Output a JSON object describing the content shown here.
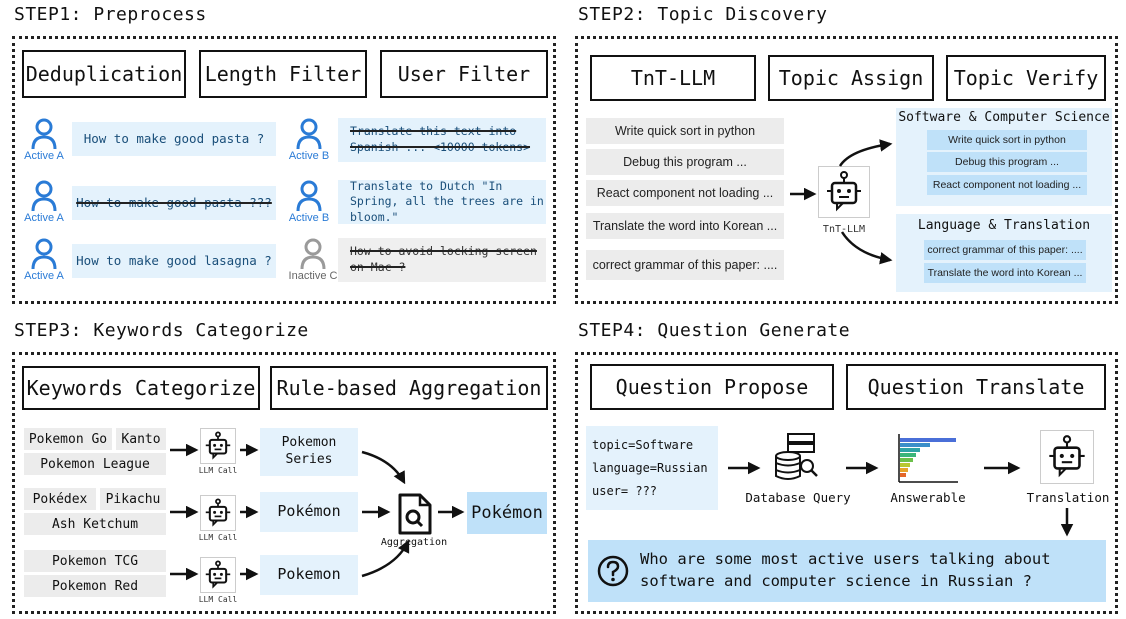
{
  "steps": {
    "s1": {
      "title": "STEP1: Preprocess",
      "headers": [
        "Deduplication",
        "Length Filter",
        "User Filter"
      ],
      "rows": [
        {
          "user_a": "Active A",
          "msg_a": "How to make good pasta ?",
          "user_b": "Active B",
          "msg_b": "Translate this text into Spanish ... <10000 tokens>"
        },
        {
          "user_a": "Active A",
          "msg_a": "How to make good pasta ???",
          "user_b": "Active B",
          "msg_b": "Translate to Dutch \"In Spring, all the trees are in bloom.\""
        },
        {
          "user_a": "Active A",
          "msg_a": "How to make good lasagna ?",
          "user_b": "Inactive C",
          "msg_b": "How to avoid locking screen on Mac ?"
        }
      ]
    },
    "s2": {
      "title": "STEP2: Topic Discovery",
      "headers": [
        "TnT-LLM",
        "Topic Assign",
        "Topic Verify"
      ],
      "queries": [
        "Write quick sort in python",
        "Debug this program  ...",
        "React component not loading ...",
        "Translate the word into Korean ...",
        "correct grammar of  this paper: ...."
      ],
      "model_label": "TnT-LLM",
      "topics": [
        {
          "name": "Software & Computer Science",
          "items": [
            "Write quick sort in python",
            "Debug this program  ...",
            "React component not loading ..."
          ]
        },
        {
          "name": "Language & Translation",
          "items": [
            "correct grammar of  this paper: ....",
            "Translate the word into Korean ..."
          ]
        }
      ]
    },
    "s3": {
      "title": "STEP3: Keywords Categorize",
      "headers": [
        "Keywords Categorize",
        "Rule-based Aggregation"
      ],
      "groups": [
        {
          "kw1": "Pokemon Go",
          "kw2": "Kanto",
          "kw3": "Pokemon League",
          "call": "LLM Call",
          "result": "Pokemon Series"
        },
        {
          "kw1": "Pokédex",
          "kw2": "Pikachu",
          "kw3": "Ash Ketchum",
          "call": "LLM Call",
          "result": "Pokémon"
        },
        {
          "kw1": "Pokemon TCG",
          "kw2": "",
          "kw3": "Pokemon Red",
          "call": "LLM Call",
          "result": "Pokemon"
        }
      ],
      "aggregation_label": "Aggregation",
      "final": "Pokémon"
    },
    "s4": {
      "title": "STEP4: Question Generate",
      "headers": [
        "Question Propose",
        "Question Translate"
      ],
      "params": [
        "topic=Software",
        "language=Russian",
        "user= ???"
      ],
      "stages": [
        "Database Query",
        "Answerable",
        "Translation"
      ],
      "question": "Who are some most active users talking about software and computer science in Russian ?"
    }
  },
  "colors": {
    "accent_blue": "#2a7bd6",
    "light_blue": "#e4f2fc",
    "mid_blue": "#bfe1f9"
  }
}
